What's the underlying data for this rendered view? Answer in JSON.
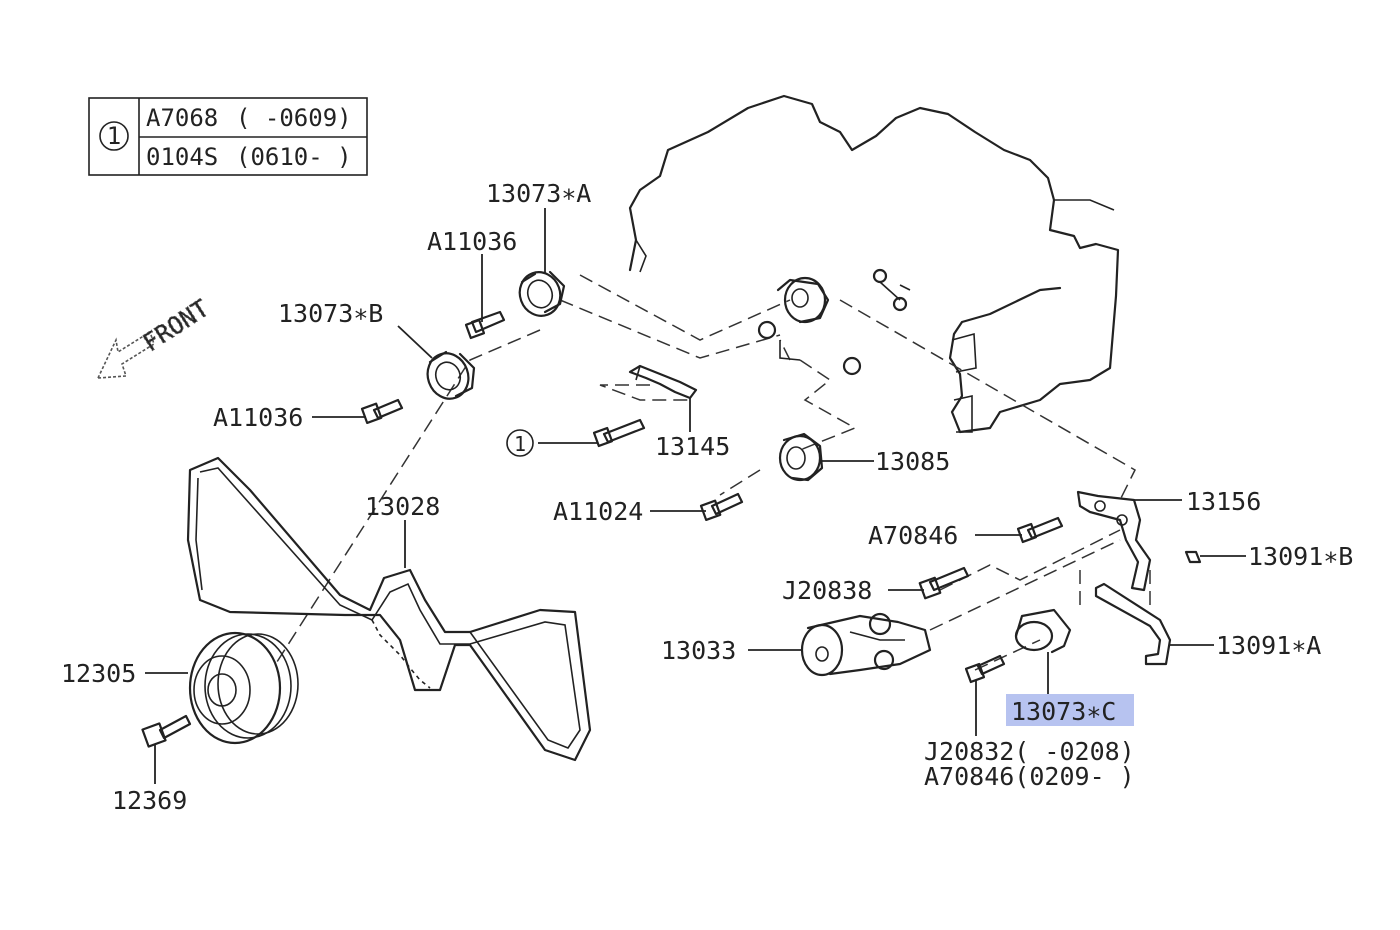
{
  "applicability_table": {
    "marker": "1",
    "rows": [
      {
        "part": "A7068",
        "range": "( -0609)"
      },
      {
        "part": "0104S",
        "range": "(0610- )"
      }
    ]
  },
  "direction_label": "FRONT",
  "callouts": {
    "p13073A": "13073∗A",
    "p13073B": "13073∗B",
    "pA11036_top": "A11036",
    "pA11036_left": "A11036",
    "circle_ref": "1",
    "p13145": "13145",
    "p13085": "13085",
    "pA11024": "A11024",
    "p13028": "13028",
    "p12305": "12305",
    "p12369": "12369",
    "p13156": "13156",
    "pA70846": "A70846",
    "p13091B": "13091∗B",
    "pJ20838": "J20838",
    "p13033": "13033",
    "p13091A": "13091∗A",
    "p13073C": "13073∗C",
    "pJ20832": "J20832( -0208)",
    "pA70846b": "A70846(0209- )"
  },
  "highlighted_callout": "13073∗C",
  "colors": {
    "line": "#222222",
    "highlight": "#b7c3f0",
    "background": "#ffffff"
  }
}
